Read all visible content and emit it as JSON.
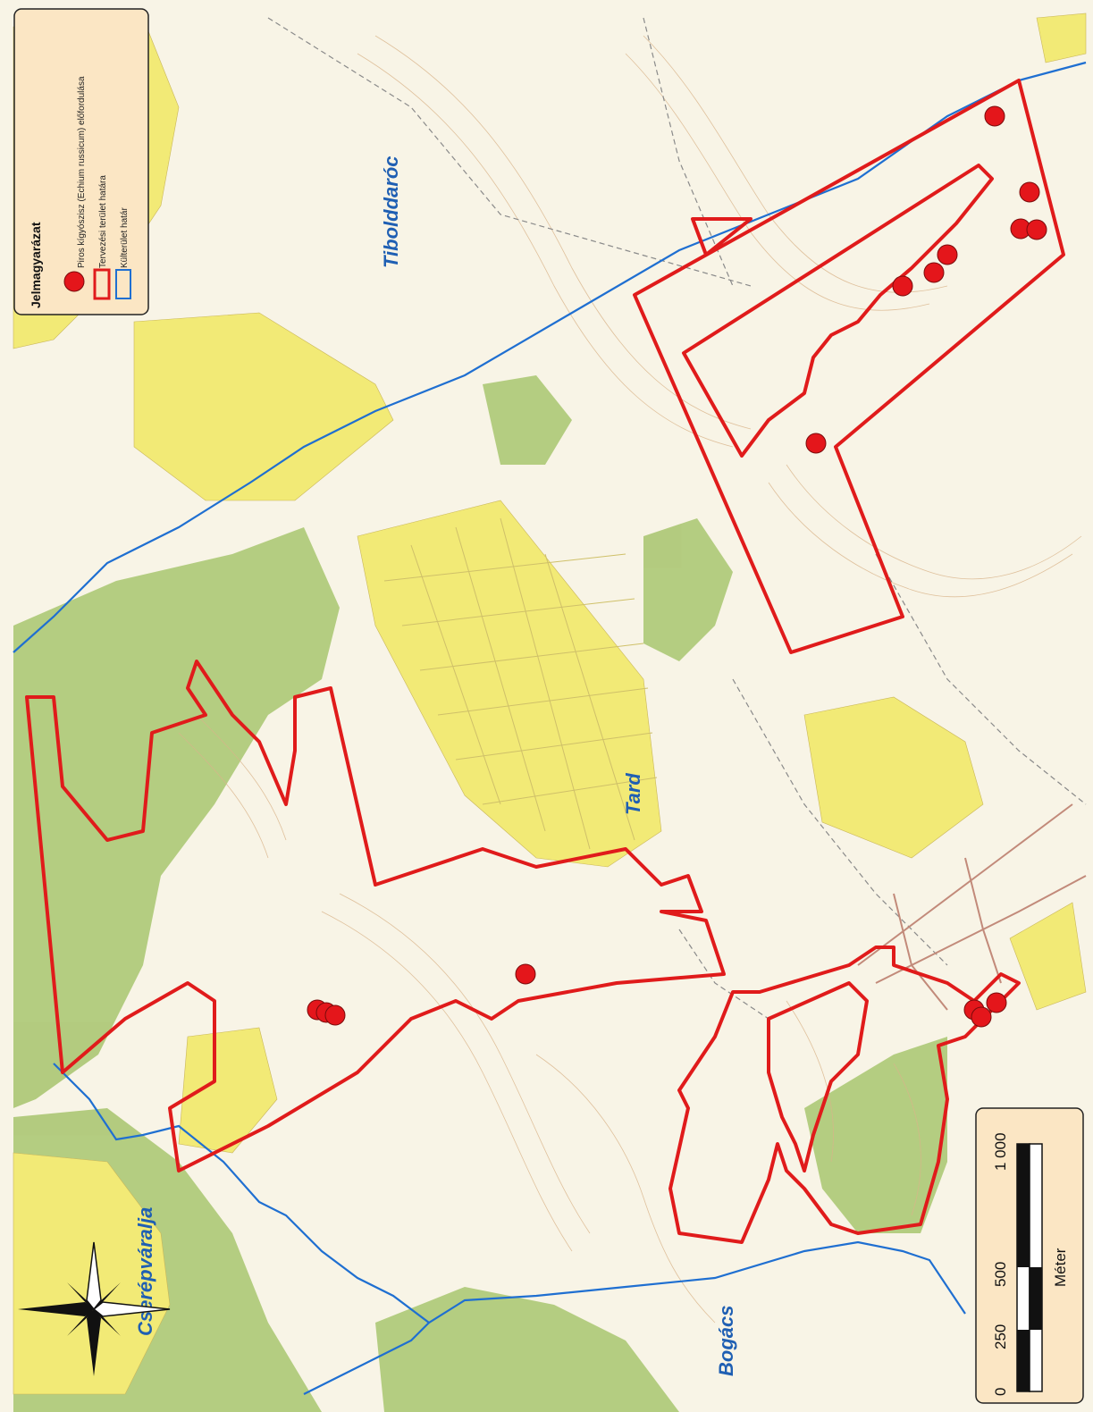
{
  "legend": {
    "title": "Jelmagyarázat",
    "items": [
      {
        "label": "Piros kígyószisz (Echium russicum) előfordulása",
        "symbol": "red-dot"
      },
      {
        "label": "Tervezési terület határa",
        "symbol": "red-outline"
      },
      {
        "label": "Külterület határ",
        "symbol": "blue-outline"
      }
    ]
  },
  "places": {
    "tibolddaroc": "Tibolddaróc",
    "tard": "Tard",
    "cserepvaralja": "Cserépváralja",
    "bogacs": "Bogács"
  },
  "scale": {
    "ticks": [
      "0",
      "250",
      "500",
      "1 000"
    ],
    "unit": "Méter"
  },
  "colors": {
    "boundary": "#e01b1b",
    "admin": "#1f6fd1",
    "forest": "#9fbe6a",
    "vineyard": "#f3ec7a",
    "open": "#f7f1de"
  }
}
